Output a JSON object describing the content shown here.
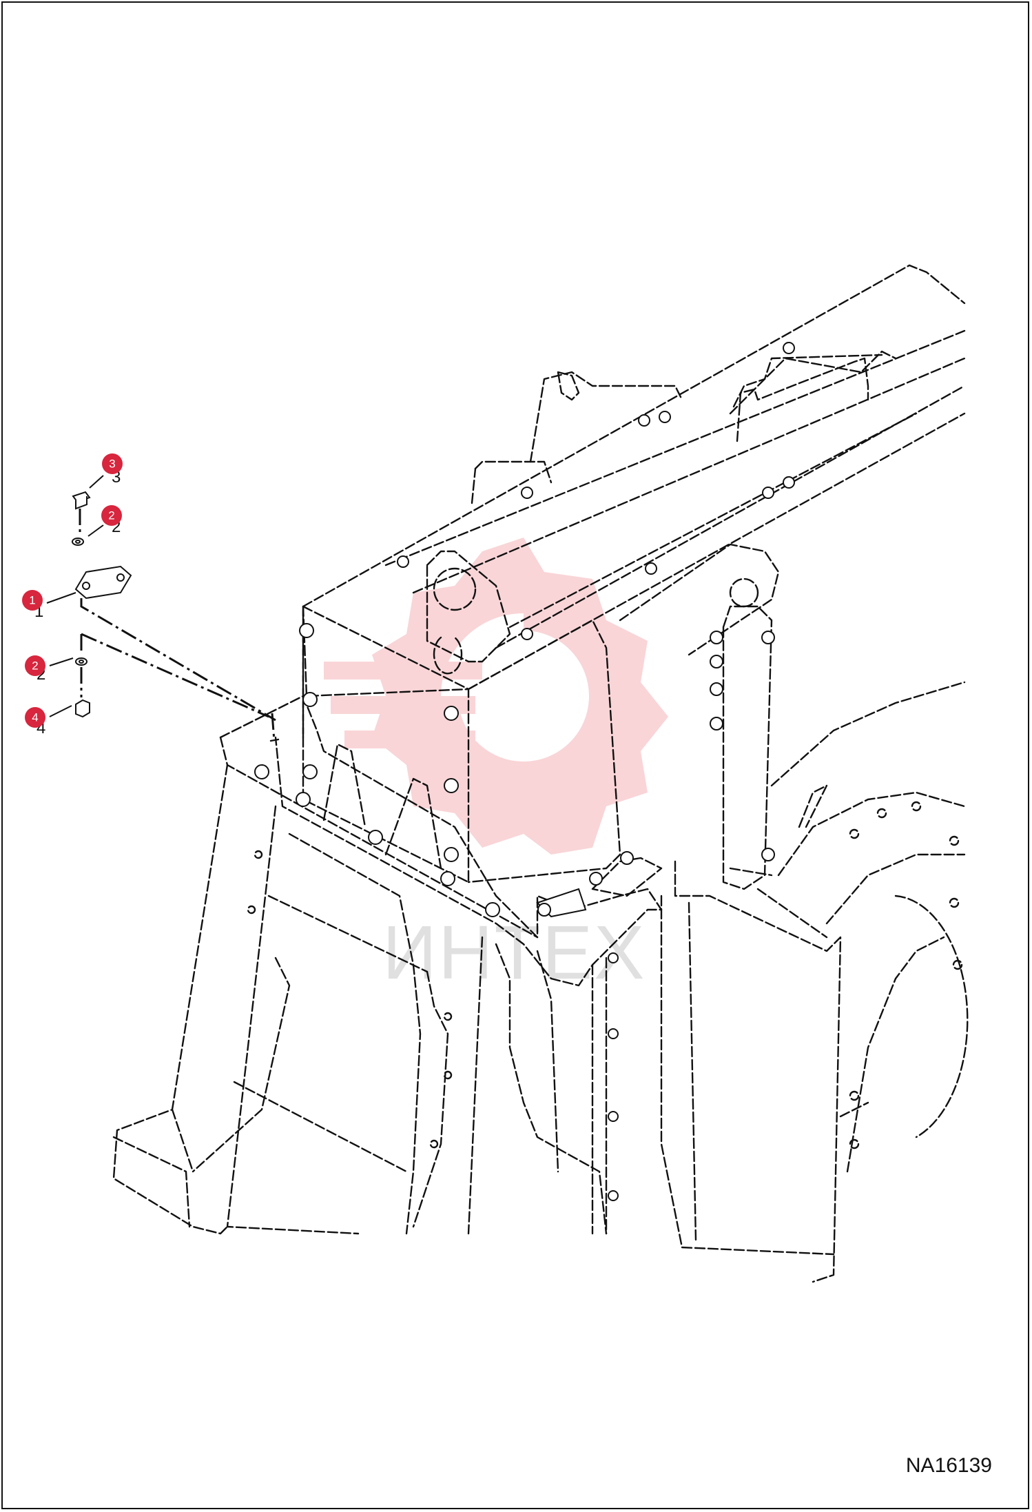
{
  "drawing": {
    "number": "NA16139",
    "watermark_text": "ИНТЕХ",
    "watermark_color": "#f3a3a8",
    "badge_color": "#d7263d"
  },
  "callouts": [
    {
      "id": "callout-3",
      "label": "3"
    },
    {
      "id": "callout-2-top",
      "label": "2"
    },
    {
      "id": "callout-1",
      "label": "1"
    },
    {
      "id": "callout-2-bottom",
      "label": "2"
    },
    {
      "id": "callout-4",
      "label": "4"
    }
  ]
}
